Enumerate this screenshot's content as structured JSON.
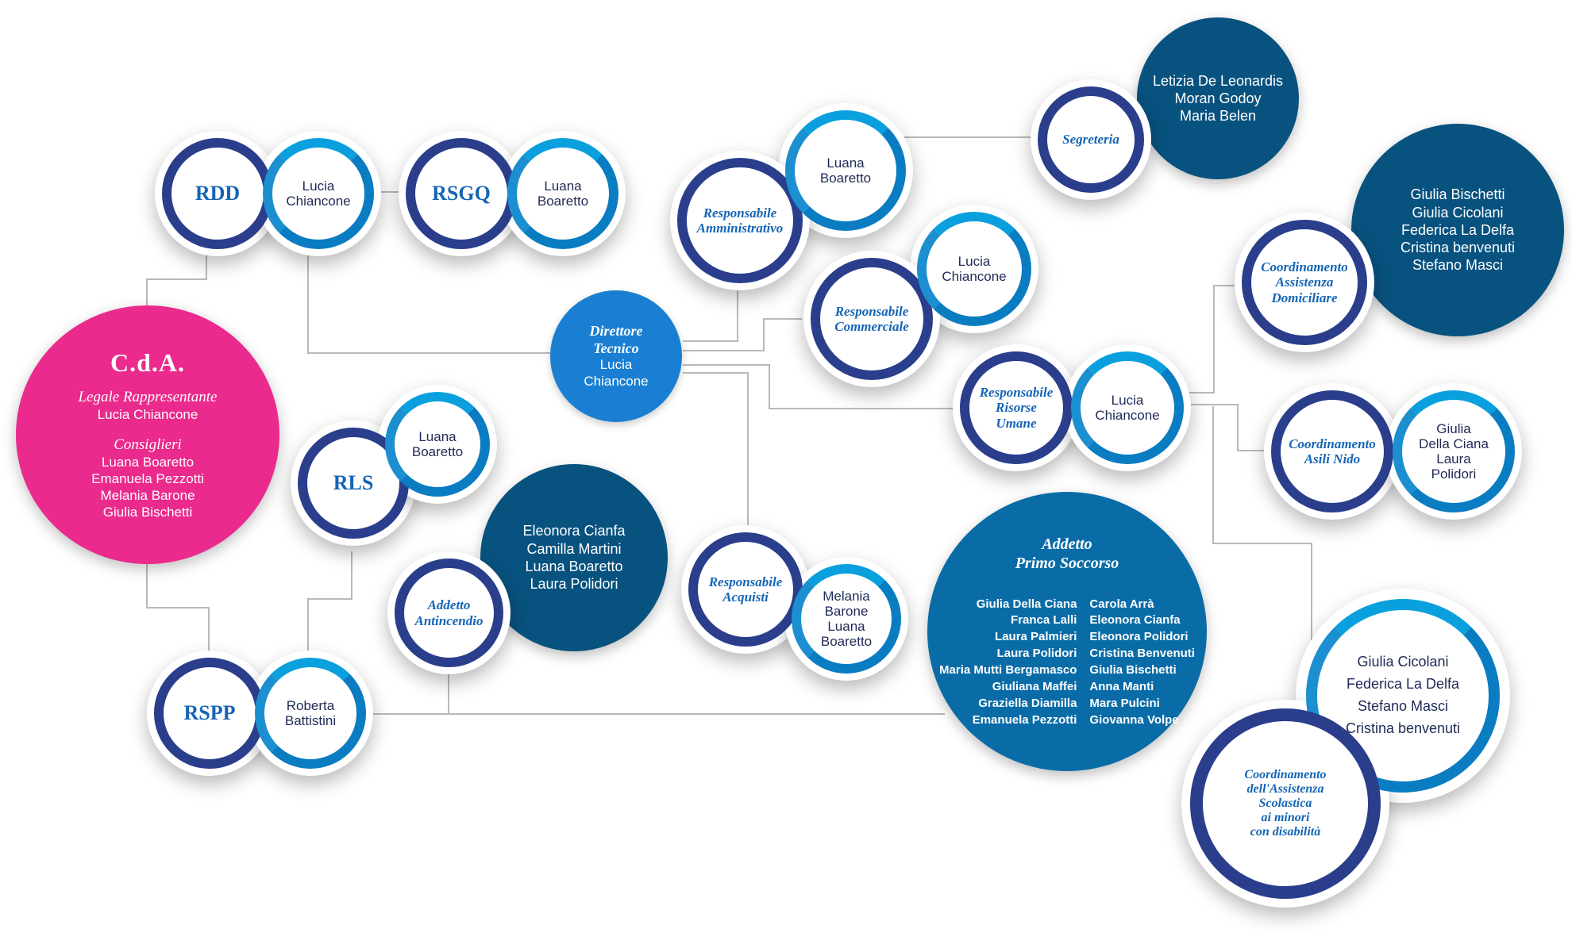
{
  "colors": {
    "connector": "#b9b9b9",
    "ring_dark": "#2a3e8c",
    "ring_light": "#0a7cc2",
    "role_text": "#1565b5",
    "cda_pink": "#ea2a8c",
    "navy_fill": "#08527f",
    "director_fill": "#1a7fd2",
    "first_aid_fill": "#0a6ca7"
  },
  "cda": {
    "title": "C.d.A.",
    "legal_label": "Legale Rappresentante",
    "legal_name": "Lucia Chiancone",
    "board_label": "Consiglieri",
    "board_names": "Luana Boaretto\nEmanuela Pezzotti\nMelania Barone\nGiulia Bischetti"
  },
  "rdd": {
    "role": "RDD",
    "name": "Lucia\nChiancone"
  },
  "rsgq": {
    "role": "RSGQ",
    "name": "Luana\nBoaretto"
  },
  "rls": {
    "role": "RLS",
    "name": "Luana\nBoaretto"
  },
  "rspp": {
    "role": "RSPP",
    "name": "Roberta\nBattistini"
  },
  "antincendio": {
    "role": "Addetto\nAntincendio",
    "names": "Eleonora Cianfa\nCamilla Martini\nLuana Boaretto\nLaura Polidori"
  },
  "director": {
    "role": "Direttore\nTecnico",
    "name": "Lucia\nChiancone"
  },
  "amministrativo": {
    "role": "Responsabile\nAmministrativo",
    "name": "Luana\nBoaretto"
  },
  "commerciale": {
    "role": "Responsabile\nCommerciale",
    "name": "Lucia\nChiancone"
  },
  "acquisti": {
    "role": "Responsabile\nAcquisti",
    "name": "Melania\nBarone\nLuana\nBoaretto"
  },
  "segreteria": {
    "role": "Segreteria",
    "names": "Letizia De Leonardis\nMoran Godoy\nMaria Belen"
  },
  "risorse_umane": {
    "role": "Responsabile\nRisorse\nUmane",
    "name": "Lucia\nChiancone"
  },
  "domiciliare": {
    "role": "Coordinamento\nAssistenza\nDomiciliare",
    "names": "Giulia Bischetti\nGiulia Cicolani\nFederica La Delfa\nCristina benvenuti\nStefano Masci"
  },
  "nido": {
    "role": "Coordinamento\nAsili Nido",
    "name": "Giulia\nDella Ciana\nLaura\nPolidori"
  },
  "primo_soccorso": {
    "title": "Addetto\nPrimo Soccorso",
    "left": "Giulia Della Ciana\nFranca Lalli\nLaura Palmieri\nLaura Polidori\nMaria Mutti Bergamasco\nGiuliana Maffei\nGraziella Diamilla\nEmanuela Pezzotti",
    "right": "Carola Arrà\nEleonora Cianfa\nEleonora Polidori\nCristina Benvenuti\nGiulia Bischetti\nAnna Manti\nMara Pulcini\nGiovanna Volpe"
  },
  "scolastica": {
    "role": "Coordinamento\ndell'Assistenza\nScolastica\nai minori\ncon disabilità",
    "names": "Giulia Cicolani\nFederica La Delfa\nStefano Masci\nCristina benvenuti"
  }
}
